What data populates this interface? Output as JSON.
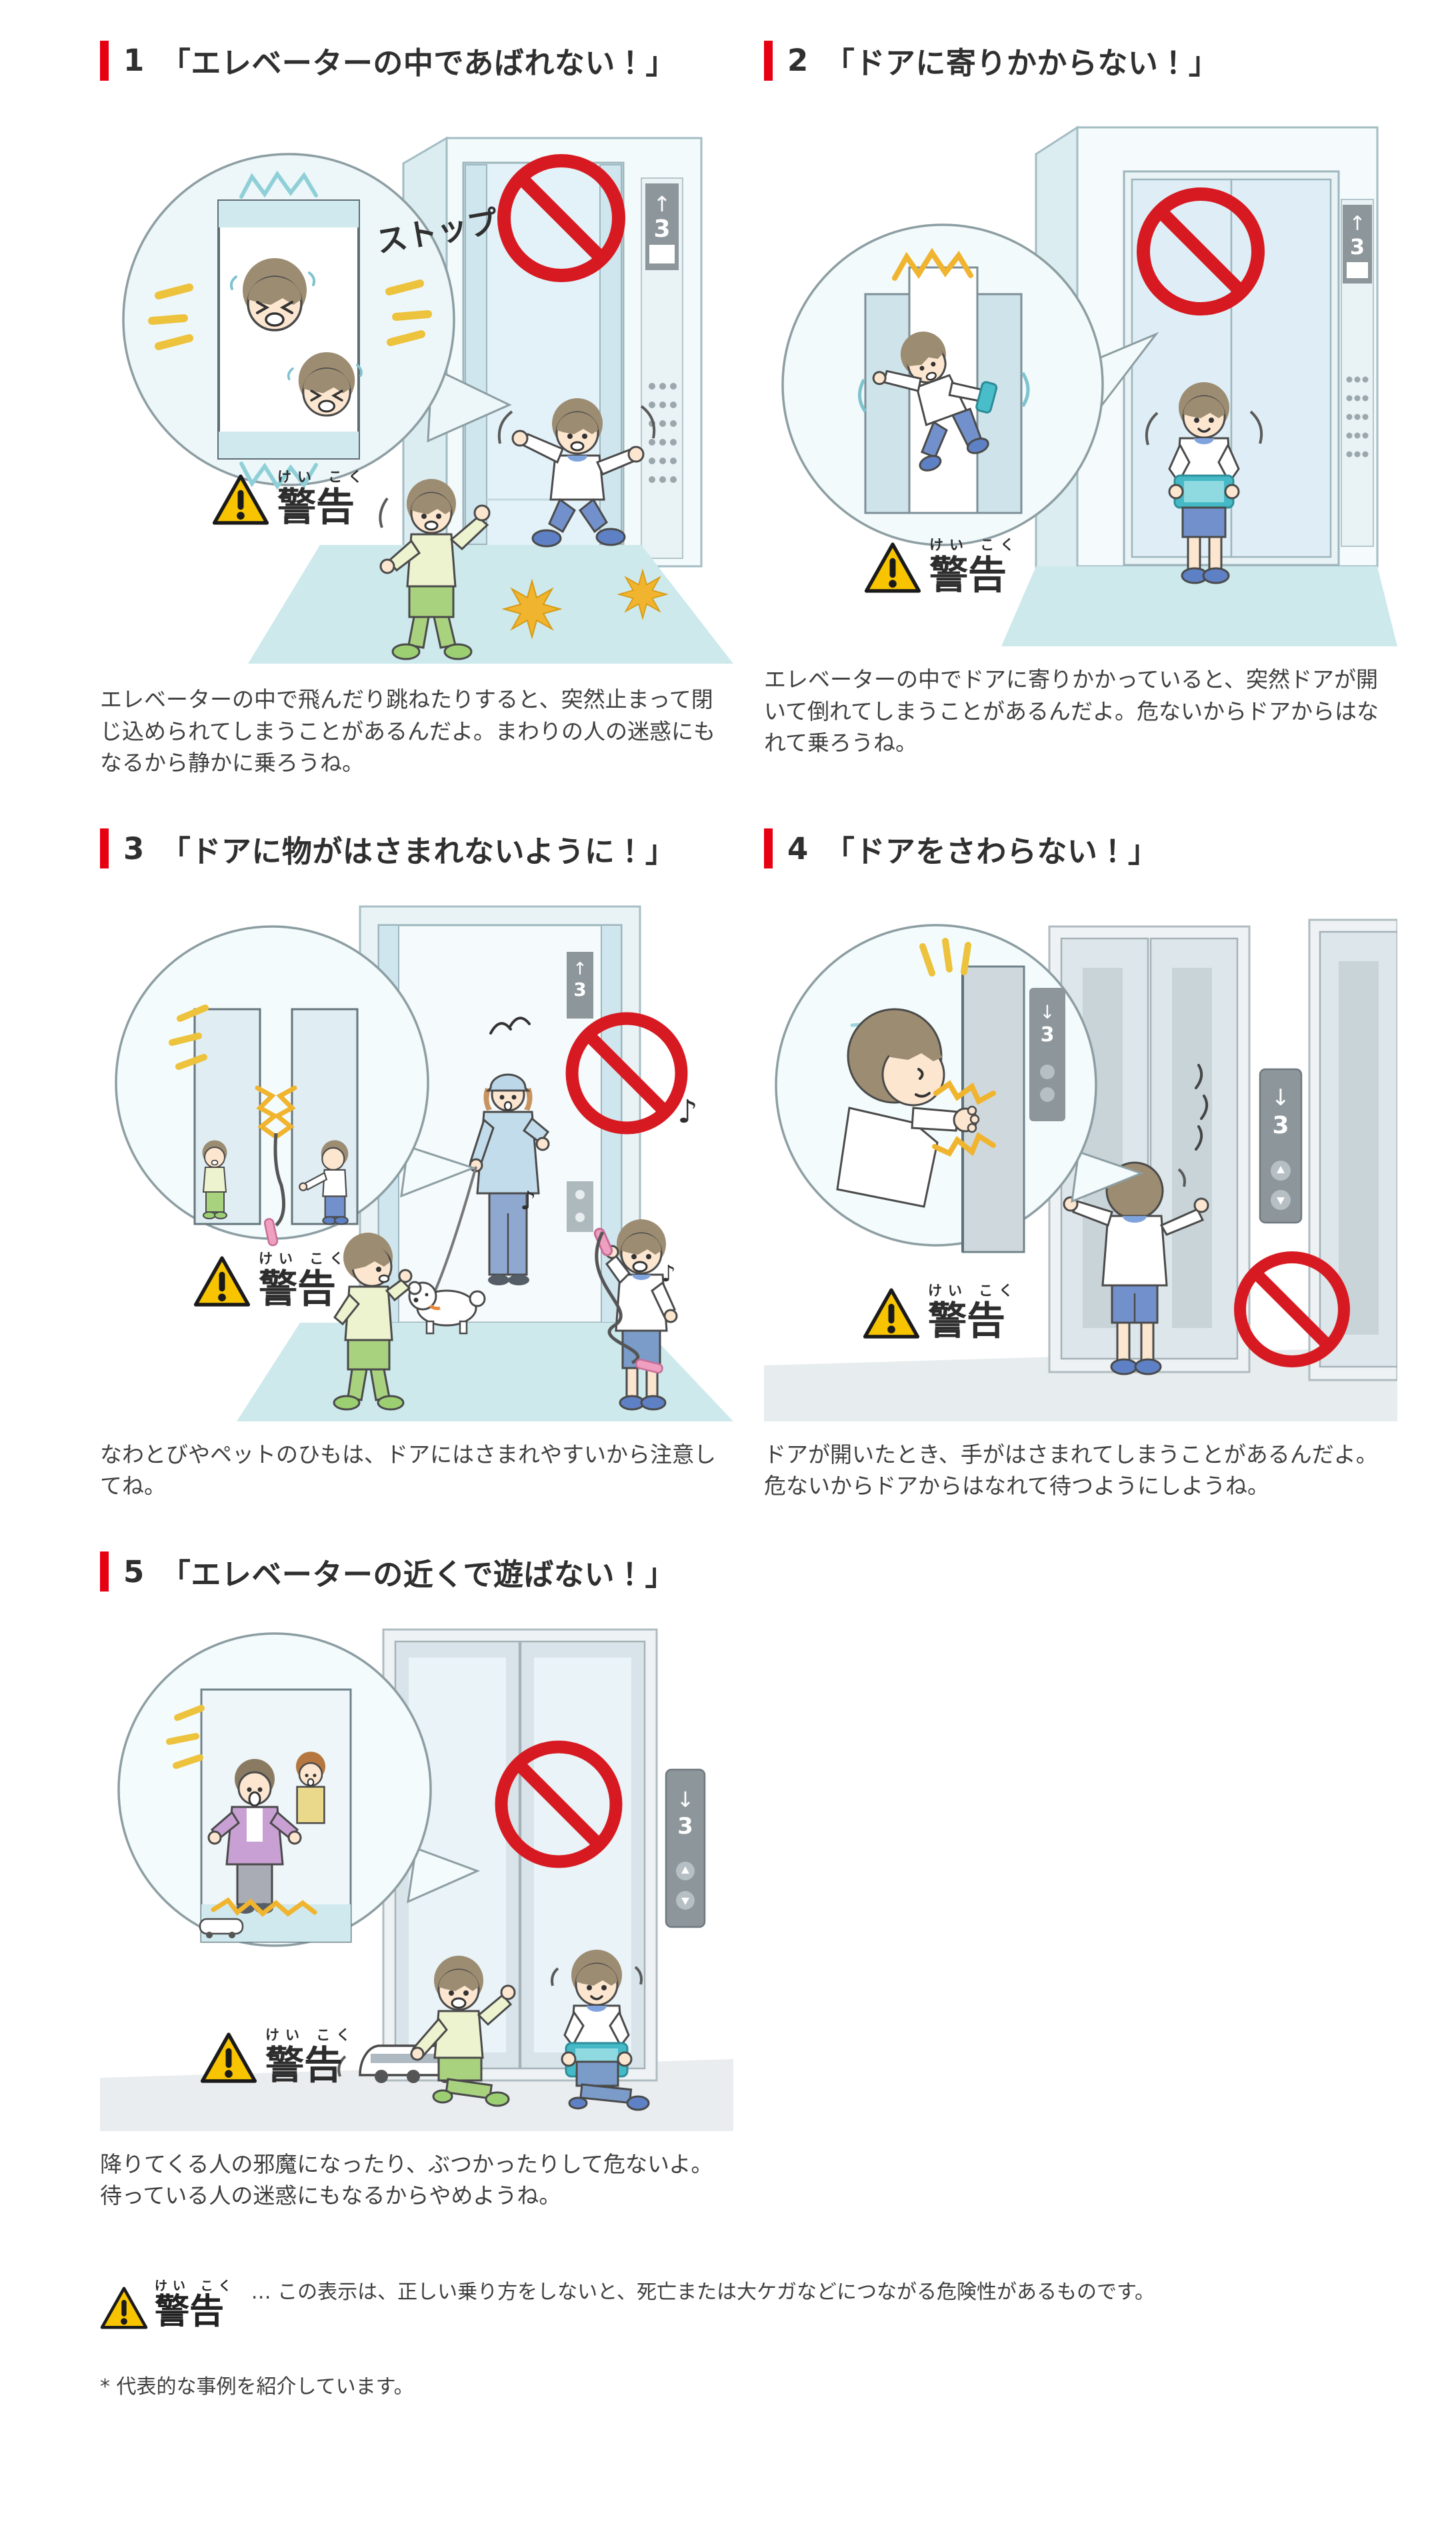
{
  "page": {
    "background": "#ffffff",
    "language": "ja"
  },
  "colors": {
    "heading_accent": "#e60012",
    "heading_text": "#2f2f2f",
    "body_text": "#3f3f3f",
    "prohibition_red": "#d71a21",
    "warning_yellow": "#f8c400",
    "elevator_cyan_light": "#e9f2f5",
    "elevator_cyan": "#cfe9ee",
    "floor_cyan": "#cde9ec",
    "impact_yellow": "#f0b42e"
  },
  "warning_label": {
    "furigana": "けい こく",
    "text": "警告"
  },
  "sections": [
    {
      "number": "1",
      "title": "「エレベーターの中であばれない！」",
      "description": "エレベーターの中で飛んだり跳ねたりすると、突然止まって閉じ込められてしまうことがあるんだよ。まわりの人の迷惑にもなるから静かに乗ろうね。",
      "indicator_arrow": "↑",
      "indicator_floor": "3",
      "bubble_text": "ストップ",
      "scene": "エレベーターの中で飛び跳ねる二人の子供と、急停止して閉じ込められる様子の吹き出し"
    },
    {
      "number": "2",
      "title": "「ドアに寄りかからない！」",
      "description": "エレベーターの中でドアに寄りかかっていると、突然ドアが開いて倒れてしまうことがあるんだよ。危ないからドアからはなれて乗ろうね。",
      "indicator_arrow": "↑",
      "indicator_floor": "3",
      "scene": "ドアに寄りかかってゲームをする子供と、ドアが開いて倒れる様子の吹き出し"
    },
    {
      "number": "3",
      "title": "「ドアに物がはさまれないように！」",
      "description": "なわとびやペットのひもは、ドアにはさまれやすいから注意してね。",
      "indicator_arrow": "↑",
      "indicator_floor": "3",
      "note_glyph": "♪",
      "scene": "犬を連れた人となわとびを持つ子供たち、ひもがドアにはさまれる様子の吹き出し"
    },
    {
      "number": "4",
      "title": "「ドアをさわらない！」",
      "description": "ドアが開いたとき、手がはさまれてしまうことがあるんだよ。危ないからドアからはなれて待つようにしようね。",
      "indicator_arrow": "↓",
      "indicator_floor": "3",
      "scene": "ドアをさわる子供と、手がはさまれる様子の吹き出し"
    },
    {
      "number": "5",
      "title": "「エレベーターの近くで遊ばない！」",
      "description": "降りてくる人の邪魔になったり、ぶつかったりして危ないよ。待っている人の迷惑にもなるからやめようね。",
      "indicator_arrow": "↓",
      "indicator_floor": "3",
      "scene": "エレベーターの前でおもちゃで遊ぶ子供たちと、降りる人が困る様子の吹き出し"
    }
  ],
  "footer": {
    "warning": {
      "furigana": "けい こく",
      "text": "警告"
    },
    "note": "… この表示は、正しい乗り方をしないと、死亡または大ケガなどにつながる危険性があるものです。",
    "footnote": "* 代表的な事例を紹介しています。"
  }
}
